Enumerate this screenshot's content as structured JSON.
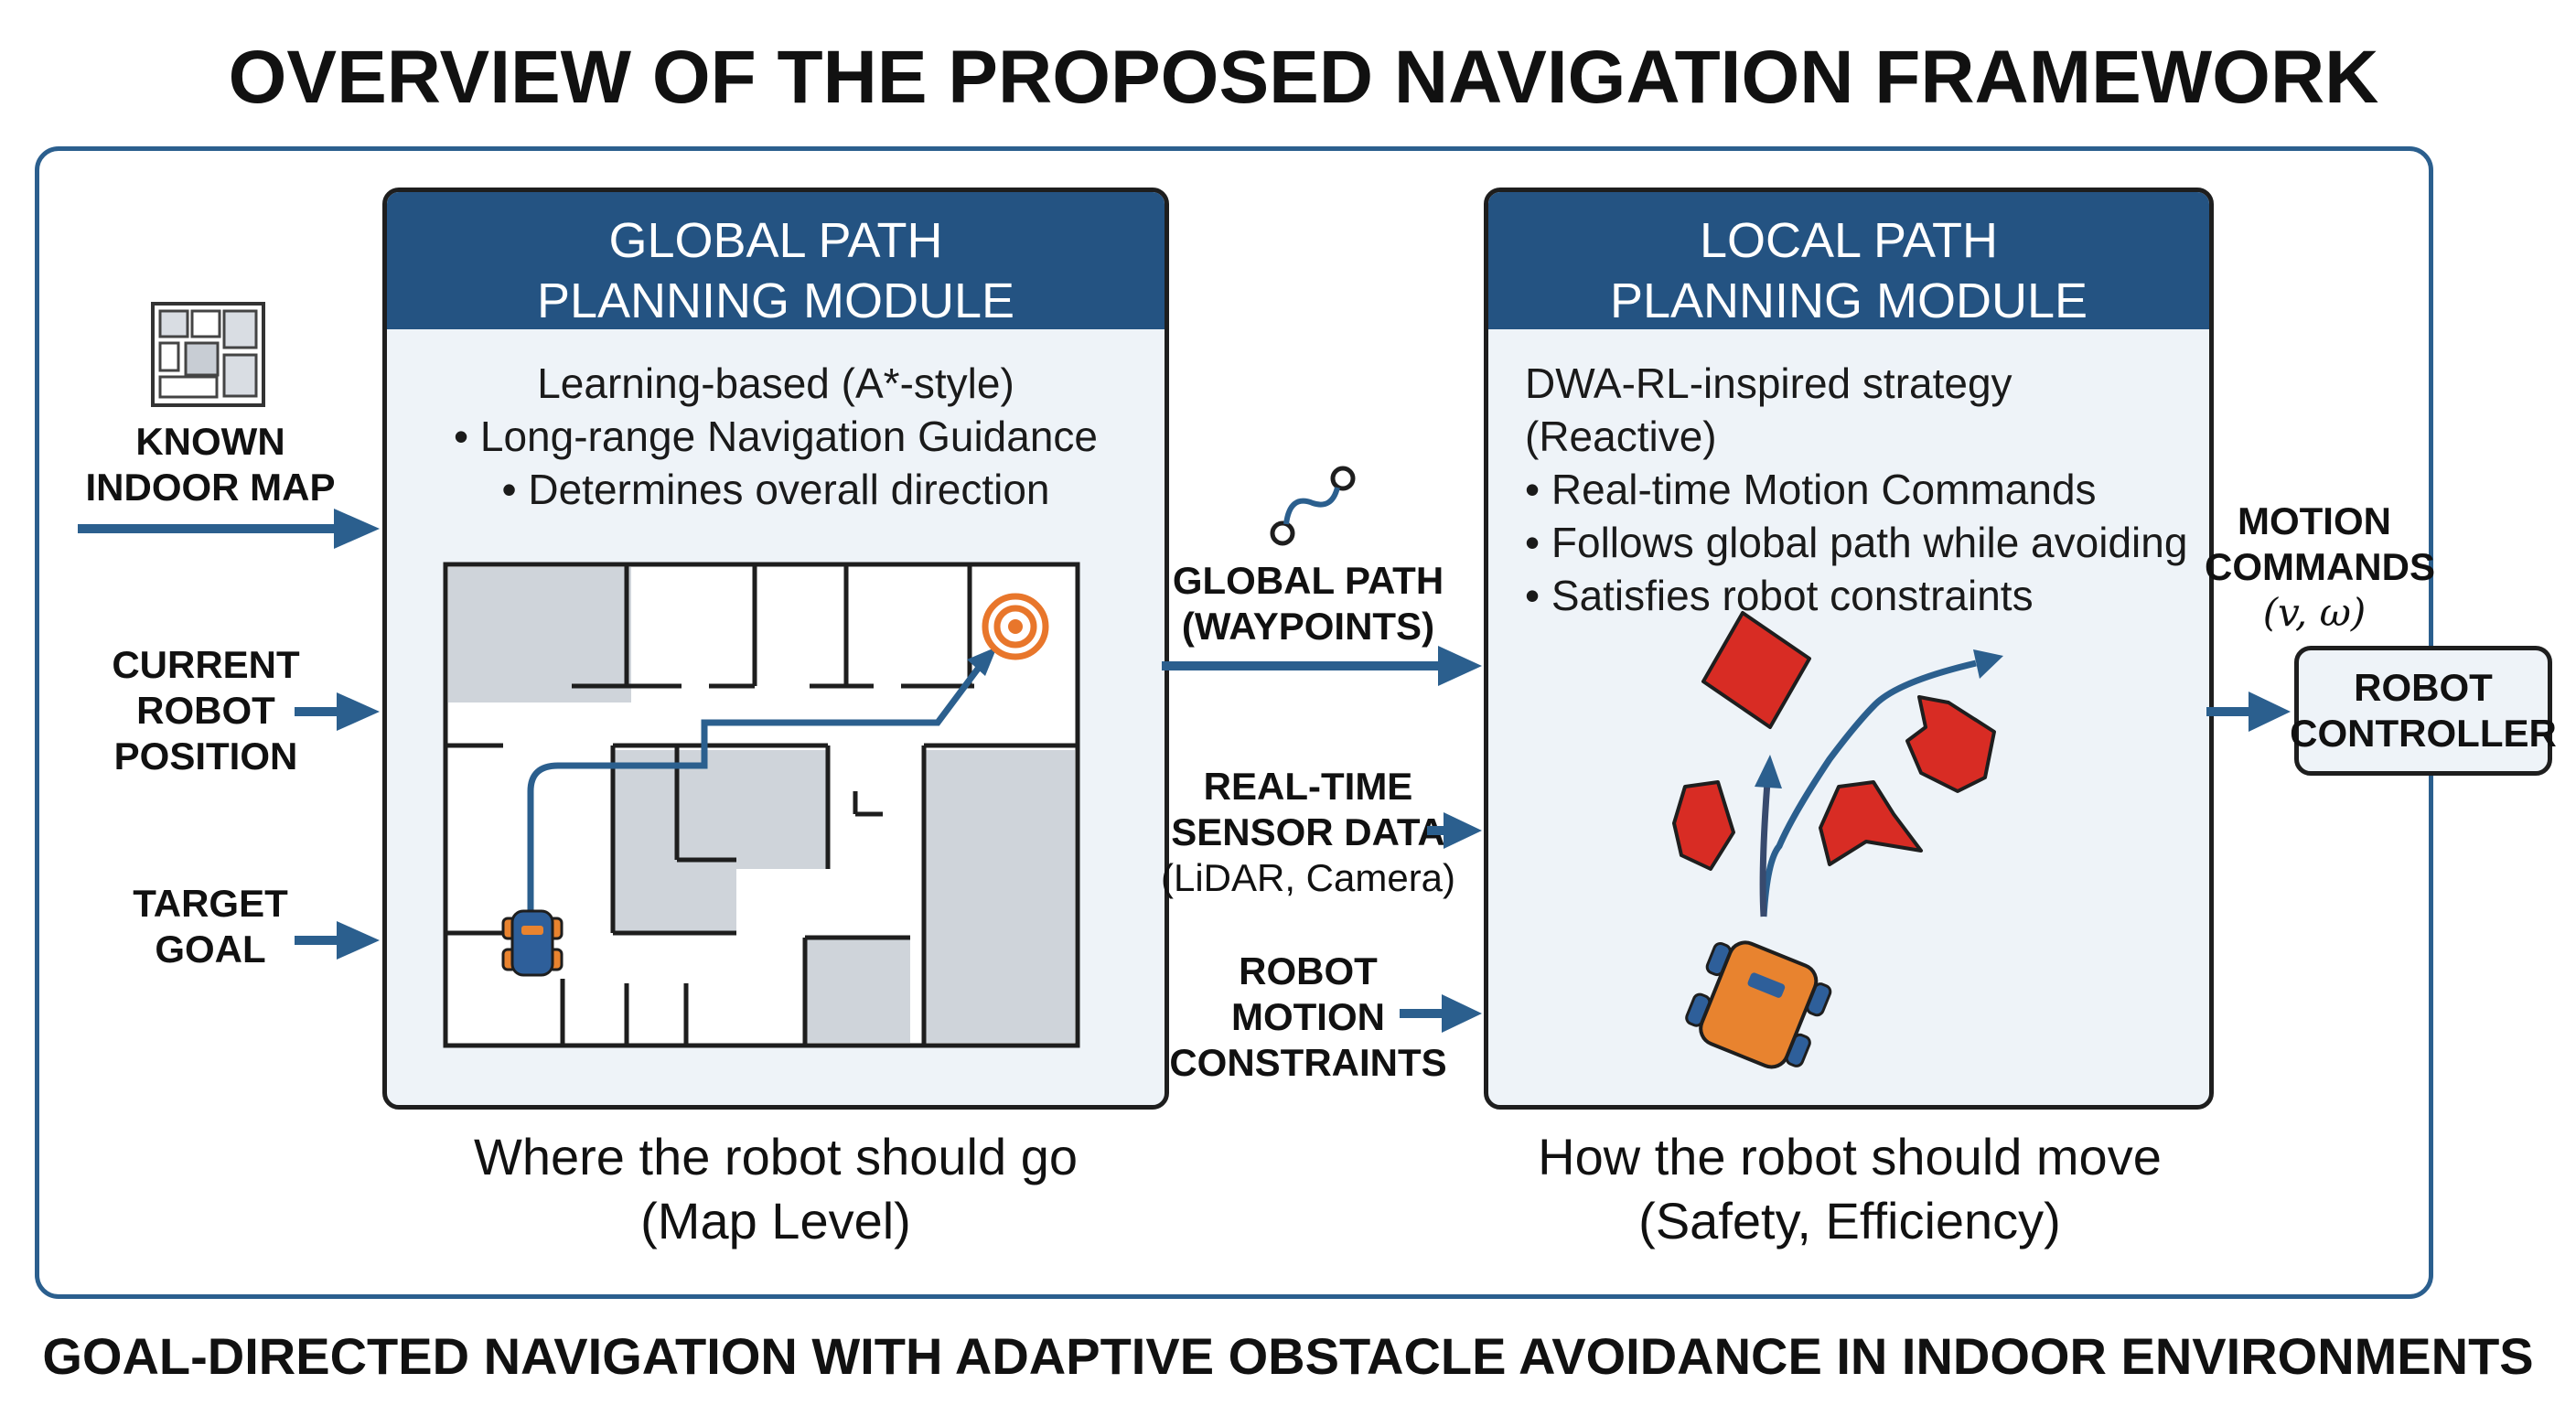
{
  "title": "OVERVIEW OF THE PROPOSED NAVIGATION FRAMEWORK",
  "footer": "GOAL-DIRECTED NAVIGATION WITH ADAPTIVE OBSTACLE AVOIDANCE IN INDOOR ENVIRONMENTS",
  "inputs": {
    "known_map": [
      "KNOWN",
      "INDOOR MAP"
    ],
    "robot_position": [
      "CURRENT",
      "ROBOT",
      "POSITION"
    ],
    "target_goal": [
      "TARGET",
      "GOAL"
    ]
  },
  "global_module": {
    "header": [
      "GLOBAL PATH",
      "PLANNING MODULE"
    ],
    "lines": [
      "Learning-based (A*-style)",
      "• Long-range Navigation Guidance",
      "• Determines overall direction"
    ],
    "caption": [
      "Where the robot should go",
      "(Map Level)"
    ]
  },
  "middle": {
    "global_path": [
      "GLOBAL PATH",
      "(WAYPOINTS)"
    ],
    "sensor": [
      "REAL-TIME",
      "SENSOR DATA",
      "(LiDAR, Camera)"
    ],
    "constraints": [
      "ROBOT",
      "MOTION",
      "CONSTRAINTS"
    ]
  },
  "local_module": {
    "header": [
      "LOCAL PATH",
      "PLANNING MODULE"
    ],
    "lines": [
      "DWA-RL-inspired strategy (Reactive)",
      "• Real-time Motion Commands",
      "• Follows global path while avoiding",
      "• Satisfies robot constraints"
    ],
    "caption": [
      "How the robot should move",
      "(Safety, Efficiency)"
    ]
  },
  "output": {
    "commands": [
      "MOTION",
      "COMMANDS",
      "(v, ω)"
    ],
    "controller": [
      "ROBOT",
      "CONTROLLER"
    ]
  },
  "colors": {
    "header_blue": "#245382",
    "arrow_blue": "#2b5f8e",
    "panel_bg": "#eef3f8",
    "obstacle_red": "#d82c24",
    "robot_orange": "#e8832f",
    "target_orange": "#e8762b"
  },
  "icons": [
    "floor-plan-icon",
    "waypoints-icon",
    "target-icon",
    "robot-icon"
  ]
}
